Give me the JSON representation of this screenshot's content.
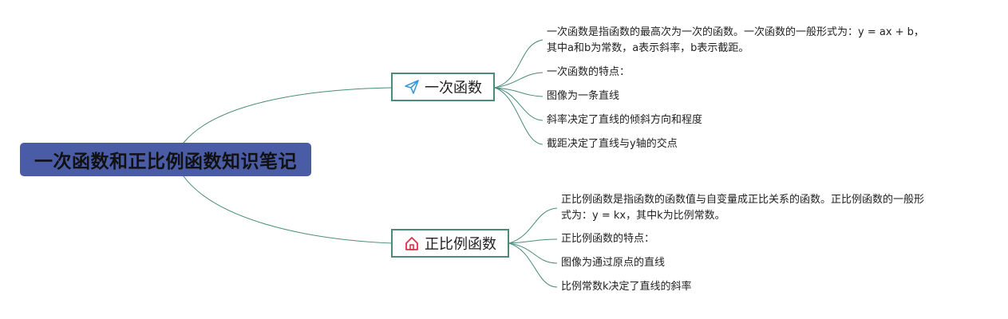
{
  "root": {
    "title": "一次函数和正比例函数知识笔记"
  },
  "branches": [
    {
      "label": "一次函数",
      "icon": "paper-plane-icon",
      "notes": [
        {
          "line1": "一次函数是指函数的最高次为一次的函数。一次函数的一般形式为：y = ax + b，",
          "line2": "其中a和b为常数，a表示斜率，b表示截距。"
        },
        {
          "line1": "一次函数的特点："
        },
        {
          "line1": "图像为一条直线"
        },
        {
          "line1": "斜率决定了直线的倾斜方向和程度"
        },
        {
          "line1": "截距决定了直线与y轴的交点"
        }
      ]
    },
    {
      "label": "正比例函数",
      "icon": "home-icon",
      "notes": [
        {
          "line1": "正比例函数是指函数的函数值与自变量成正比关系的函数。正比例函数的一般形",
          "line2": "式为：y = kx，其中k为比例常数。"
        },
        {
          "line1": "正比例函数的特点："
        },
        {
          "line1": "图像为通过原点的直线"
        },
        {
          "line1": "比例常数k决定了直线的斜率"
        }
      ]
    }
  ],
  "colors": {
    "root_fill": "#4a5ca6",
    "connector": "#4a8c79",
    "plane_icon": "#3a9ad9",
    "home_icon": "#e0304a"
  }
}
